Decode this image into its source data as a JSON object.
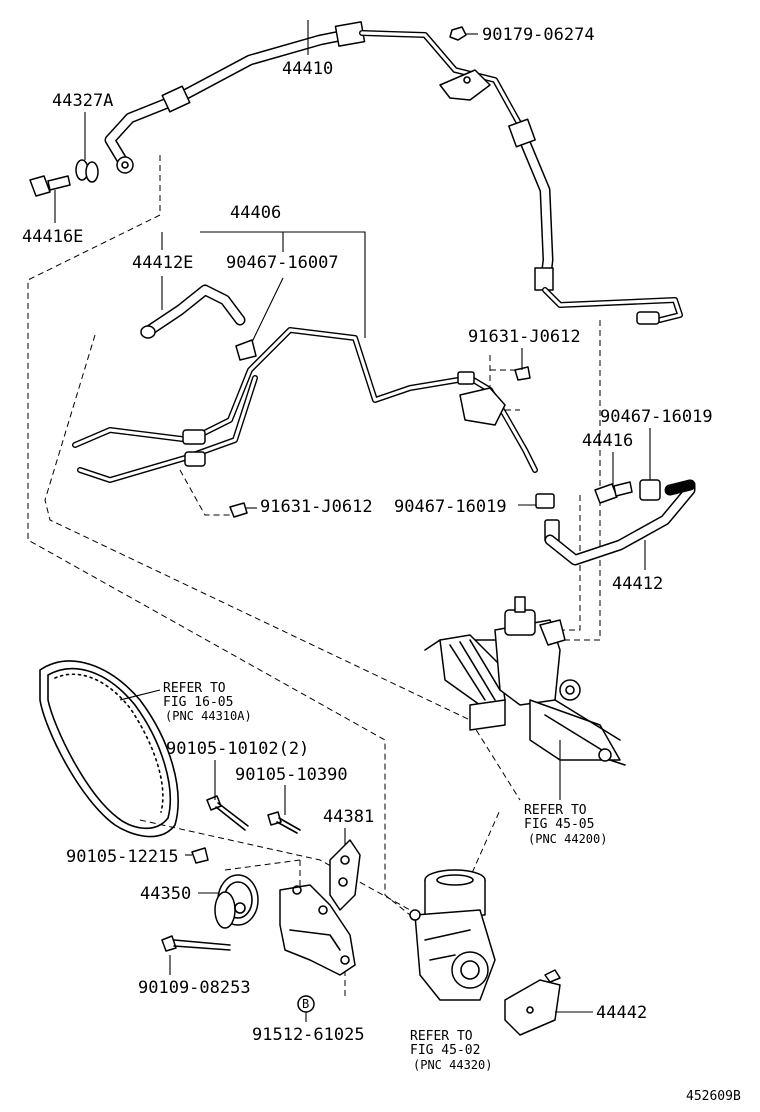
{
  "labels": {
    "p44410": "44410",
    "p90179": "90179-06274",
    "p44327A": "44327A",
    "p44416E": "44416E",
    "p44406": "44406",
    "p44412E": "44412E",
    "p90467_16007": "90467-16007",
    "p91631_top": "91631-J0612",
    "p90467_16019a": "90467-16019",
    "p44416": "44416",
    "p91631_left": "91631-J0612",
    "p90467_16019b": "90467-16019",
    "p44412": "44412",
    "p90105_10102": "90105-10102(2)",
    "p90105_10390": "90105-10390",
    "p44381": "44381",
    "p90105_12215": "90105-12215",
    "p44350": "44350",
    "p90109": "90109-08253",
    "p91512": "91512-61025",
    "p44442": "44442",
    "b_marker": "B",
    "diagram_code": "452609B"
  },
  "references": {
    "belt": {
      "line1": "REFER TO",
      "line2": "FIG 16-05",
      "line3": "(PNC 44310A)"
    },
    "gear": {
      "line1": "REFER TO",
      "line2": "FIG 45-05",
      "line3": "(PNC 44200)"
    },
    "pump": {
      "line1": "REFER TO",
      "line2": "FIG 45-02",
      "line3": "(PNC 44320)"
    }
  }
}
